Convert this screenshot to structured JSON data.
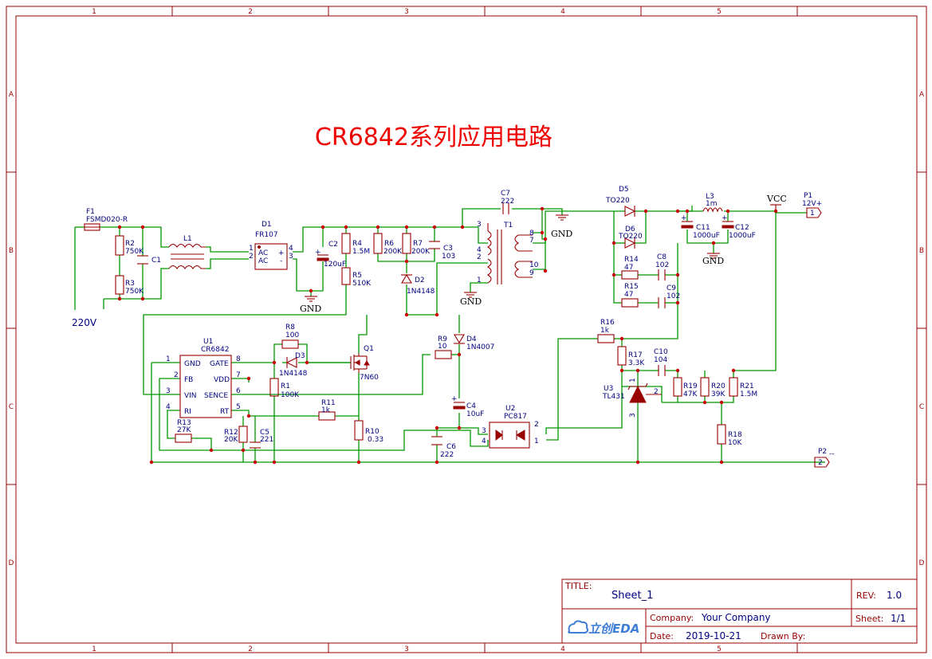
{
  "title": "CR6842系列应用电路",
  "input_label": "220V",
  "zones": {
    "cols": [
      "1",
      "2",
      "3",
      "4",
      "5"
    ],
    "rows": [
      "A",
      "B",
      "C",
      "D"
    ]
  },
  "components": {
    "F1": {
      "ref": "F1",
      "value": "FSMD020-R"
    },
    "R2": {
      "ref": "R2",
      "value": "750K"
    },
    "R3": {
      "ref": "R3",
      "value": "750K"
    },
    "C1": {
      "ref": "C1"
    },
    "L1": {
      "ref": "L1"
    },
    "D1": {
      "ref": "D1",
      "value": "FR107"
    },
    "C2": {
      "ref": "C2",
      "value": "120uF"
    },
    "R4": {
      "ref": "R4",
      "value": "1.5M"
    },
    "R5": {
      "ref": "R5",
      "value": "510K"
    },
    "R6": {
      "ref": "R6",
      "value": "200K"
    },
    "R7": {
      "ref": "R7",
      "value": "200K"
    },
    "C3": {
      "ref": "C3",
      "value": "103"
    },
    "D2": {
      "ref": "D2",
      "value": "1N4148"
    },
    "C7": {
      "ref": "C7",
      "value": "222"
    },
    "T1": {
      "ref": "T1"
    },
    "D5": {
      "ref": "D5",
      "value": "TO220"
    },
    "D6": {
      "ref": "D6",
      "value": "TO220"
    },
    "R14": {
      "ref": "R14",
      "value": "47"
    },
    "R15": {
      "ref": "R15",
      "value": "47"
    },
    "C8": {
      "ref": "C8",
      "value": "102"
    },
    "C9": {
      "ref": "C9",
      "value": "102"
    },
    "L3": {
      "ref": "L3",
      "value": "1m"
    },
    "C11": {
      "ref": "C11",
      "value": "1000uF"
    },
    "C12": {
      "ref": "C12",
      "value": "1000uF"
    },
    "VCC": {
      "ref": "VCC"
    },
    "P1": {
      "ref": "P1",
      "value": "12V+"
    },
    "U1": {
      "ref": "U1",
      "value": "CR6842"
    },
    "R8": {
      "ref": "R8",
      "value": "100"
    },
    "D3": {
      "ref": "D3",
      "value": "1N4148"
    },
    "R1": {
      "ref": "R1",
      "value": "100K"
    },
    "Q1": {
      "ref": "Q1",
      "value": "7N60"
    },
    "R11": {
      "ref": "R11",
      "value": "1k"
    },
    "R13": {
      "ref": "R13",
      "value": "27K"
    },
    "R12": {
      "ref": "R12",
      "value": "20K"
    },
    "C5": {
      "ref": "C5",
      "value": "221"
    },
    "R10": {
      "ref": "R10",
      "value": "0.33"
    },
    "R9": {
      "ref": "R9",
      "value": "10"
    },
    "D4": {
      "ref": "D4",
      "value": "1N4007"
    },
    "C4": {
      "ref": "C4",
      "value": "10uF"
    },
    "C6": {
      "ref": "C6",
      "value": "222"
    },
    "U2": {
      "ref": "U2",
      "value": "PC817"
    },
    "R16": {
      "ref": "R16",
      "value": "1k"
    },
    "R17": {
      "ref": "R17",
      "value": "3.3K"
    },
    "C10": {
      "ref": "C10",
      "value": "104"
    },
    "U3": {
      "ref": "U3",
      "value": "TL431"
    },
    "R19": {
      "ref": "R19",
      "value": "47K"
    },
    "R20": {
      "ref": "R20",
      "value": "39K"
    },
    "R21": {
      "ref": "R21",
      "value": "1.5M"
    },
    "R18": {
      "ref": "R18",
      "value": "10K"
    },
    "P2": {
      "ref": "P2",
      "value": "--"
    }
  },
  "ic_pins": {
    "u1": [
      "1",
      "GND",
      "8",
      "GATE",
      "2",
      "FB",
      "7",
      "VDD",
      "3",
      "VIN",
      "6",
      "SENCE",
      "4",
      "RI",
      "5",
      "RT"
    ],
    "d1": [
      "1",
      "AC",
      "4",
      "+",
      "2",
      "AC",
      "3",
      "-"
    ],
    "t1": [
      "3",
      "4",
      "2",
      "1",
      "8",
      "7",
      "10",
      "9"
    ],
    "u2": [
      "3",
      "4",
      "2",
      "1"
    ],
    "u3": [
      "1",
      "2",
      "3"
    ],
    "conn": [
      "1",
      "2"
    ]
  },
  "gnd_label": "GND",
  "title_block": {
    "title_key": "TITLE:",
    "title": "Sheet_1",
    "rev_key": "REV:",
    "rev": "1.0",
    "company_key": "Company:",
    "company": "Your Company",
    "sheet_key": "Sheet:",
    "sheet": "1/1",
    "date_key": "Date:",
    "date": "2019-10-21",
    "drawn_key": "Drawn By:",
    "drawn": "",
    "logo": "立创EDA"
  },
  "colors": {
    "border": "#990000",
    "wire": "#009900",
    "label": "#000080",
    "title": "#ee0000",
    "logo": "#3e7ed6"
  }
}
